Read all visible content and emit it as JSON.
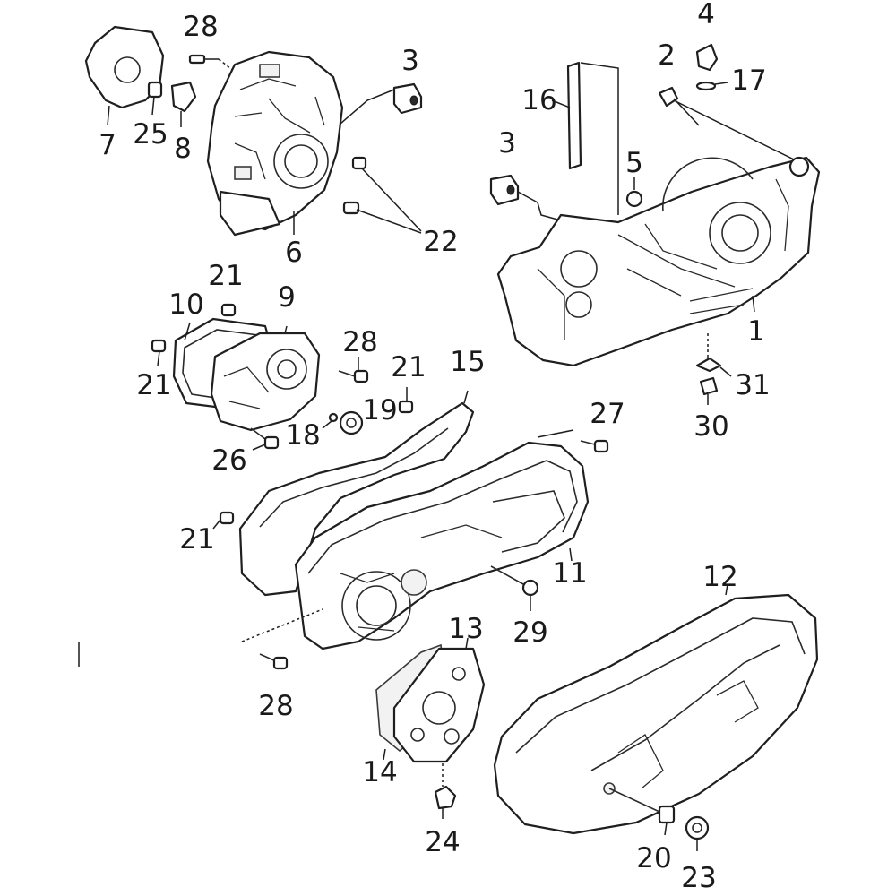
{
  "diagram": {
    "callouts": [
      {
        "id": "lbl-28a",
        "text": "28"
      },
      {
        "id": "lbl-3a",
        "text": "3"
      },
      {
        "id": "lbl-7",
        "text": "7"
      },
      {
        "id": "lbl-25",
        "text": "25"
      },
      {
        "id": "lbl-8",
        "text": "8"
      },
      {
        "id": "lbl-6",
        "text": "6"
      },
      {
        "id": "lbl-22",
        "text": "22"
      },
      {
        "id": "lbl-4",
        "text": "4"
      },
      {
        "id": "lbl-2",
        "text": "2"
      },
      {
        "id": "lbl-17",
        "text": "17"
      },
      {
        "id": "lbl-16",
        "text": "16"
      },
      {
        "id": "lbl-3b",
        "text": "3"
      },
      {
        "id": "lbl-5",
        "text": "5"
      },
      {
        "id": "lbl-1",
        "text": "1"
      },
      {
        "id": "lbl-31",
        "text": "31"
      },
      {
        "id": "lbl-30",
        "text": "30"
      },
      {
        "id": "lbl-21a",
        "text": "21"
      },
      {
        "id": "lbl-10",
        "text": "10"
      },
      {
        "id": "lbl-9",
        "text": "9"
      },
      {
        "id": "lbl-21b",
        "text": "21"
      },
      {
        "id": "lbl-28b",
        "text": "28"
      },
      {
        "id": "lbl-21c",
        "text": "21"
      },
      {
        "id": "lbl-15",
        "text": "15"
      },
      {
        "id": "lbl-19",
        "text": "19"
      },
      {
        "id": "lbl-18",
        "text": "18"
      },
      {
        "id": "lbl-26",
        "text": "26"
      },
      {
        "id": "lbl-27",
        "text": "27"
      },
      {
        "id": "lbl-21d",
        "text": "21"
      },
      {
        "id": "lbl-11",
        "text": "11"
      },
      {
        "id": "lbl-12",
        "text": "12"
      },
      {
        "id": "lbl-29",
        "text": "29"
      },
      {
        "id": "lbl-13",
        "text": "13"
      },
      {
        "id": "lbl-28c",
        "text": "28"
      },
      {
        "id": "lbl-14",
        "text": "14"
      },
      {
        "id": "lbl-24",
        "text": "24"
      },
      {
        "id": "lbl-20",
        "text": "20"
      },
      {
        "id": "lbl-23",
        "text": "23"
      }
    ]
  }
}
